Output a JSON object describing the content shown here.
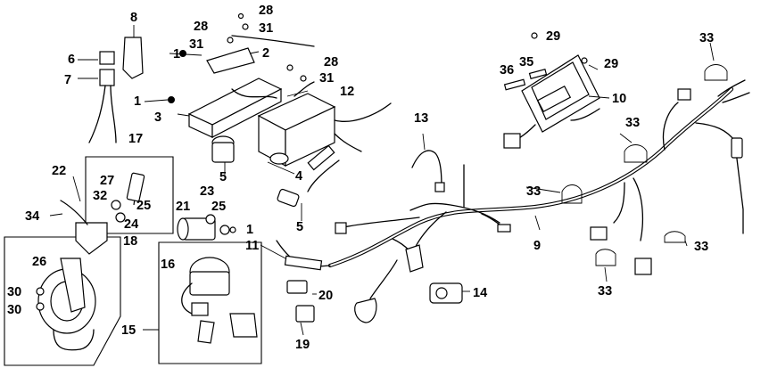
{
  "callouts": {
    "c1a": "1",
    "c1b": "1",
    "c1c": "1",
    "c2": "2",
    "c3": "3",
    "c4": "4",
    "c5a": "5",
    "c5b": "5",
    "c6": "6",
    "c7": "7",
    "c8": "8",
    "c9": "9",
    "c10": "10",
    "c11": "11",
    "c12": "12",
    "c13": "13",
    "c14": "14",
    "c15": "15",
    "c16": "16",
    "c17": "17",
    "c18": "18",
    "c19": "19",
    "c20": "20",
    "c21": "21",
    "c22": "22",
    "c23": "23",
    "c24": "24",
    "c25a": "25",
    "c25b": "25",
    "c26": "26",
    "c27": "27",
    "c28a": "28",
    "c28b": "28",
    "c28c": "28",
    "c29a": "29",
    "c29b": "29",
    "c30a": "30",
    "c30b": "30",
    "c31a": "31",
    "c31b": "31",
    "c31c": "31",
    "c32": "32",
    "c33a": "33",
    "c33b": "33",
    "c33c": "33",
    "c33d": "33",
    "c33e": "33",
    "c34": "34",
    "c35": "35",
    "c36": "36"
  }
}
